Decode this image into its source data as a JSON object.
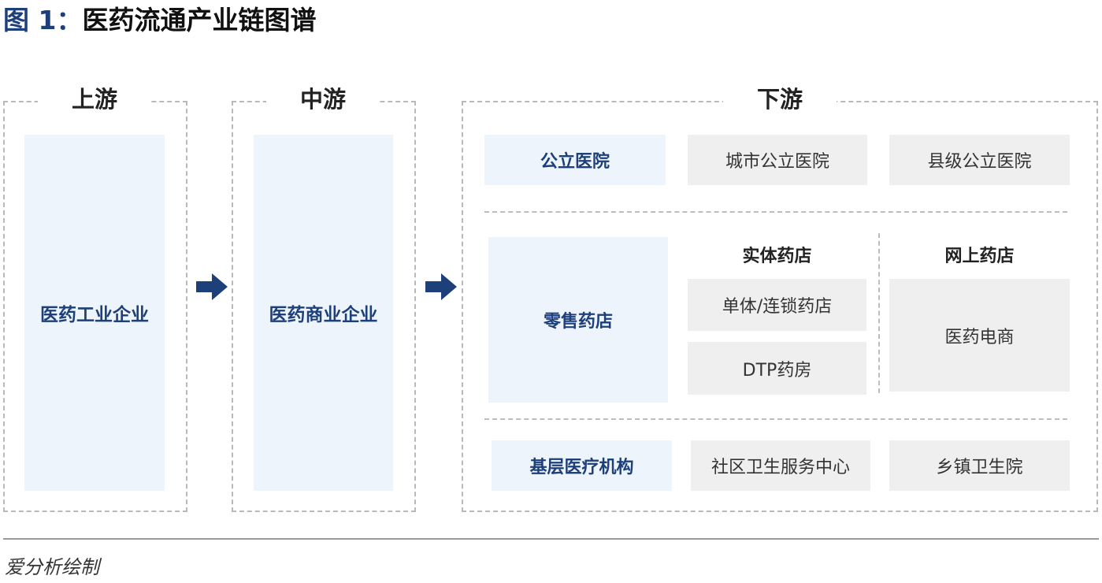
{
  "title": {
    "figure_label": "图 1：",
    "text": "医药流通产业链图谱"
  },
  "columns": {
    "upstream": {
      "heading": "上游",
      "box": "医药工业企业"
    },
    "midstream": {
      "heading": "中游",
      "box": "医药商业企业"
    },
    "downstream": {
      "heading": "下游",
      "public_hospital": {
        "label": "公立医院",
        "items": [
          "城市公立医院",
          "县级公立医院"
        ]
      },
      "retail_pharmacy": {
        "label": "零售药店",
        "physical": {
          "heading": "实体药店",
          "items": [
            "单体/连锁药店",
            "DTP药房"
          ]
        },
        "online": {
          "heading": "网上药店",
          "items": [
            "医药电商"
          ]
        }
      },
      "primary_care": {
        "label": "基层医疗机构",
        "items": [
          "社区卫生服务中心",
          "乡镇卫生院"
        ]
      }
    }
  },
  "source": "爱分析绘制",
  "colors": {
    "navy": "#1d3f7a",
    "light_blue": "#edf4fc",
    "gray_box": "#efefef",
    "dashed_border": "#b9b9b9"
  },
  "icons": {
    "flow_arrow": "right-arrow-icon"
  }
}
